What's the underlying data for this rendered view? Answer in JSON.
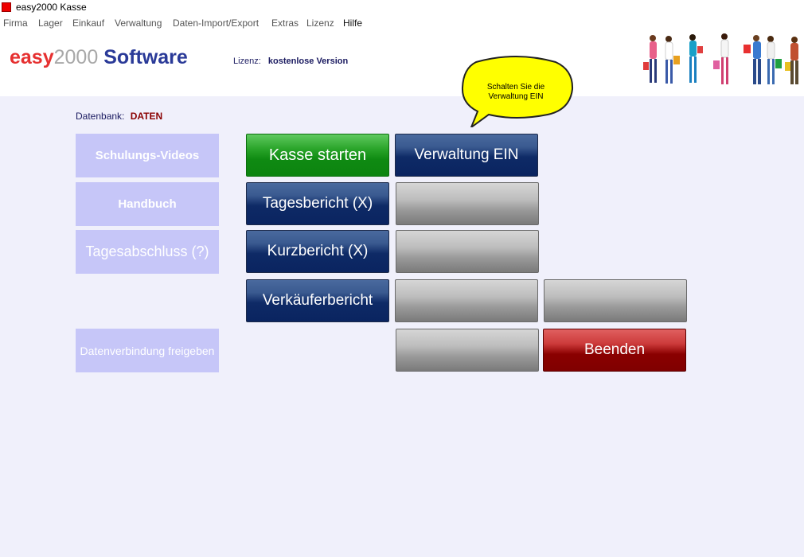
{
  "window": {
    "title": "easy2000 Kasse"
  },
  "menu": [
    "Firma",
    "Lager",
    "Einkauf",
    "Verwaltung",
    "Daten-Import/Export",
    "Extras",
    "Lizenz",
    "Hilfe"
  ],
  "header": {
    "logo_part1": "easy",
    "logo_part2": "2000 ",
    "logo_part3": "Software",
    "license_label": "Lizenz:",
    "license_value": "kostenlose Version"
  },
  "database": {
    "label": "Datenbank:",
    "value": "DATEN"
  },
  "left_buttons": {
    "videos": "Schulungs-Videos",
    "handbuch": "Handbuch",
    "tagesabschluss": "Tagesabschluss (?)",
    "datenverbindung": "Datenverbindung freigeben"
  },
  "main_buttons": {
    "kasse": "Kasse starten",
    "verwaltung": "Verwaltung EIN",
    "tagesbericht": "Tagesbericht (X)",
    "kurzbericht": "Kurzbericht (X)",
    "verkaeufer": "Verkäuferbericht",
    "beenden": "Beenden"
  },
  "tooltip": {
    "text": "Schalten Sie die Verwaltung EIN"
  },
  "colors": {
    "background": "#f0f0fb",
    "navy_button": "#0e2a66",
    "green_button": "#0f8a12",
    "red_button": "#8a0000",
    "soft_button": "#c6c6f8",
    "bubble": "#ffff00"
  }
}
